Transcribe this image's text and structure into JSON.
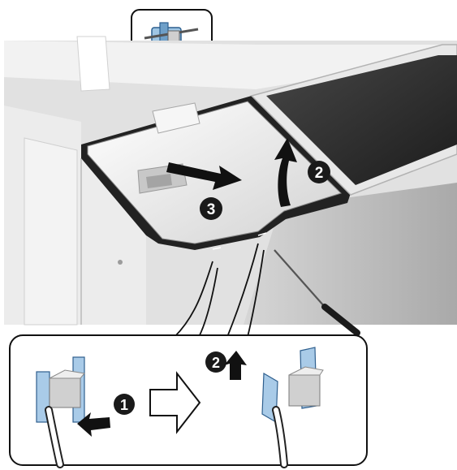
{
  "figure": {
    "step_badges": {
      "step1": "1",
      "step2_main": "2",
      "step2_detail": "2",
      "step3": "3"
    }
  }
}
